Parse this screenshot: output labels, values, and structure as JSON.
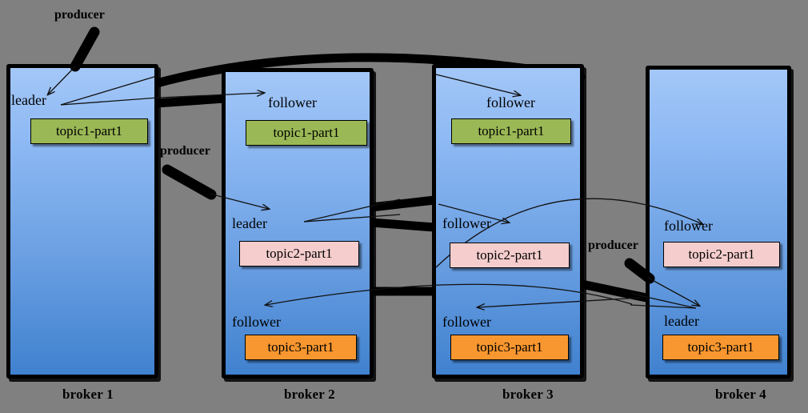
{
  "diagram": {
    "title": "Kafka broker topic partition replication",
    "background_color": "#808080"
  },
  "colors": {
    "broker_fill_top": "#a3c7f7",
    "broker_fill_bottom": "#4081cf",
    "topic1_color": "#9ab855",
    "topic2_color": "#f5cdcd",
    "topic3_color": "#f8972f",
    "line_color": "#000000"
  },
  "brokers": [
    {
      "id": "broker1",
      "caption": "broker 1",
      "partitions": [
        {
          "role": "leader",
          "name": "topic1-part1",
          "topic": "topic1",
          "color_key": "topic1_color"
        }
      ]
    },
    {
      "id": "broker2",
      "caption": "broker 2",
      "partitions": [
        {
          "role": "follower",
          "name": "topic1-part1",
          "topic": "topic1",
          "color_key": "topic1_color"
        },
        {
          "role": "leader",
          "name": "topic2-part1",
          "topic": "topic2",
          "color_key": "topic2_color"
        },
        {
          "role": "follower",
          "name": "topic3-part1",
          "topic": "topic3",
          "color_key": "topic3_color"
        }
      ]
    },
    {
      "id": "broker3",
      "caption": "broker 3",
      "partitions": [
        {
          "role": "follower",
          "name": "topic1-part1",
          "topic": "topic1",
          "color_key": "topic1_color"
        },
        {
          "role": "follower",
          "name": "topic2-part1",
          "topic": "topic2",
          "color_key": "topic2_color"
        },
        {
          "role": "follower",
          "name": "topic3-part1",
          "topic": "topic3",
          "color_key": "topic3_color"
        }
      ]
    },
    {
      "id": "broker4",
      "caption": "broker 4",
      "partitions": [
        {
          "role": "follower",
          "name": "topic2-part1",
          "topic": "topic2",
          "color_key": "topic2_color"
        },
        {
          "role": "leader",
          "name": "topic3-part1",
          "topic": "topic3",
          "color_key": "topic3_color"
        }
      ]
    }
  ],
  "producers": [
    {
      "id": "producer-topic1",
      "label": "producer",
      "target_broker": "broker1",
      "target_role": "leader"
    },
    {
      "id": "producer-topic2",
      "label": "producer",
      "target_broker": "broker2",
      "target_role": "leader"
    },
    {
      "id": "producer-topic3",
      "label": "producer",
      "target_broker": "broker4",
      "target_role": "leader"
    }
  ],
  "labels": {
    "broker1_caption": "broker 1",
    "broker2_caption": "broker 2",
    "broker3_caption": "broker 3",
    "broker4_caption": "broker 4",
    "role_leader": "leader",
    "role_follower": "follower",
    "topic1_part1": "topic1-part1",
    "topic2_part1": "topic2-part1",
    "topic3_part1": "topic3-part1",
    "producer": "producer",
    "b1_role_leader": "leader",
    "b1_chip_topic1": "topic1-part1",
    "b2_role_follower_t1": "follower",
    "b2_chip_topic1": "topic1-part1",
    "b2_role_leader_t2": "leader",
    "b2_chip_topic2": "topic2-part1",
    "b2_role_follower_t3": "follower",
    "b2_chip_topic3": "topic3-part1",
    "b3_role_follower_t1": "follower",
    "b3_chip_topic1": "topic1-part1",
    "b3_role_follower_t2": "follower",
    "b3_chip_topic2": "topic2-part1",
    "b3_role_follower_t3": "follower",
    "b3_chip_topic3": "topic3-part1",
    "b4_role_follower_t2": "follower",
    "b4_chip_topic2": "topic2-part1",
    "b4_role_leader_t3": "leader",
    "b4_chip_topic3": "topic3-part1",
    "producer1": "producer",
    "producer2": "producer",
    "producer3": "producer"
  }
}
